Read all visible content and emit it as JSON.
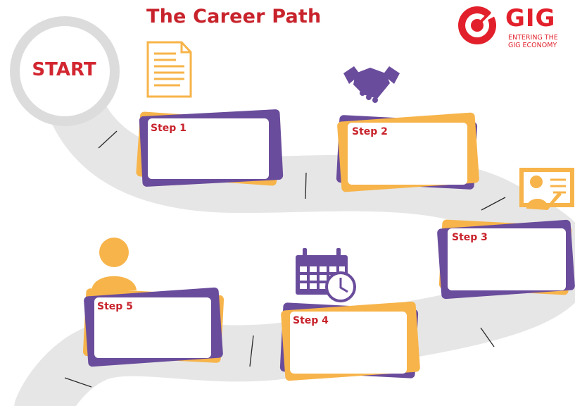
{
  "title": "The Career Path",
  "start_label": "START",
  "brand": {
    "name": "GIG",
    "tagline": "ENTERING THE GIG ECONOMY"
  },
  "steps": [
    {
      "label": "Step 1",
      "icon": "document-icon"
    },
    {
      "label": "Step 2",
      "icon": "handshake-icon"
    },
    {
      "label": "Step 3",
      "icon": "presentation-icon"
    },
    {
      "label": "Step 4",
      "icon": "calendar-clock-icon"
    },
    {
      "label": "Step 5",
      "icon": "person-icon"
    }
  ],
  "colors": {
    "title_red": "#c8232c",
    "purple": "#6a4c9c",
    "orange": "#f7b44a",
    "road_gray": "#e6e6e6"
  }
}
